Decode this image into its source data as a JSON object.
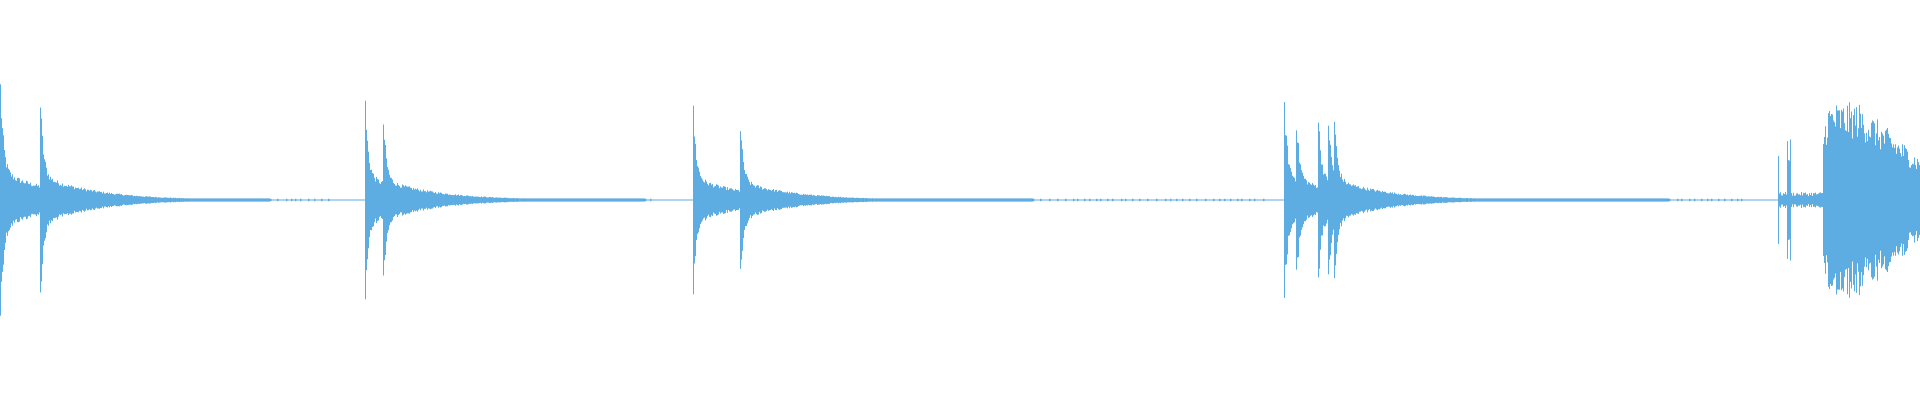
{
  "waveform": {
    "color": "#5dade2",
    "background": "#ffffff",
    "clips": [
      {
        "peak": 0.68,
        "decay": "long"
      },
      {
        "peak": 0.56,
        "decay": "long"
      },
      {
        "peak": 0.52,
        "decay": "long"
      },
      {
        "peak": 0.58,
        "decay": "long"
      },
      {
        "peak": 0.7,
        "decay": "sustained"
      }
    ]
  }
}
